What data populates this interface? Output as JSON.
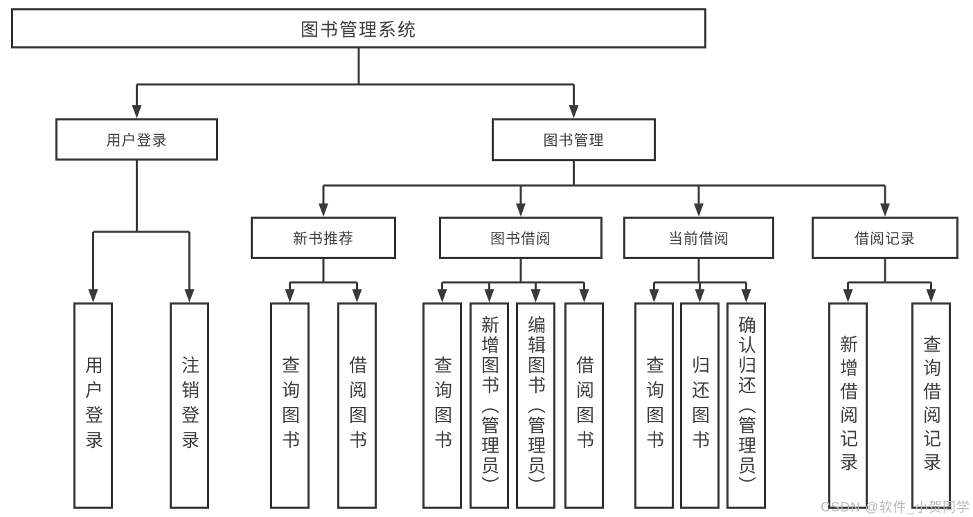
{
  "colors": {
    "background": "#ffffff",
    "line": "#3a3a3a",
    "box_border": "#333333",
    "text": "#3d3d3d",
    "watermark": "#b8b8b8"
  },
  "watermark": {
    "text": "CSDN @软件_小贺同学"
  },
  "tree": {
    "root": {
      "label": "图书管理系统"
    },
    "branches": [
      {
        "label": "用户登录",
        "children": [
          {
            "label": "用户登录"
          },
          {
            "label": "注销登录"
          }
        ]
      },
      {
        "label": "图书管理",
        "children": [
          {
            "label": "新书推荐",
            "children": [
              {
                "label": "查询图书"
              },
              {
                "label": "借阅图书"
              }
            ]
          },
          {
            "label": "图书借阅",
            "children": [
              {
                "label": "查询图书"
              },
              {
                "label": "新增图书（管理员）"
              },
              {
                "label": "编辑图书（管理员）"
              },
              {
                "label": "借阅图书"
              }
            ]
          },
          {
            "label": "当前借阅",
            "children": [
              {
                "label": "查询图书"
              },
              {
                "label": "归还图书"
              },
              {
                "label": "确认归还（管理员）"
              }
            ]
          },
          {
            "label": "借阅记录",
            "children": [
              {
                "label": "新增借阅记录"
              },
              {
                "label": "查询借阅记录"
              }
            ]
          }
        ]
      }
    ]
  }
}
